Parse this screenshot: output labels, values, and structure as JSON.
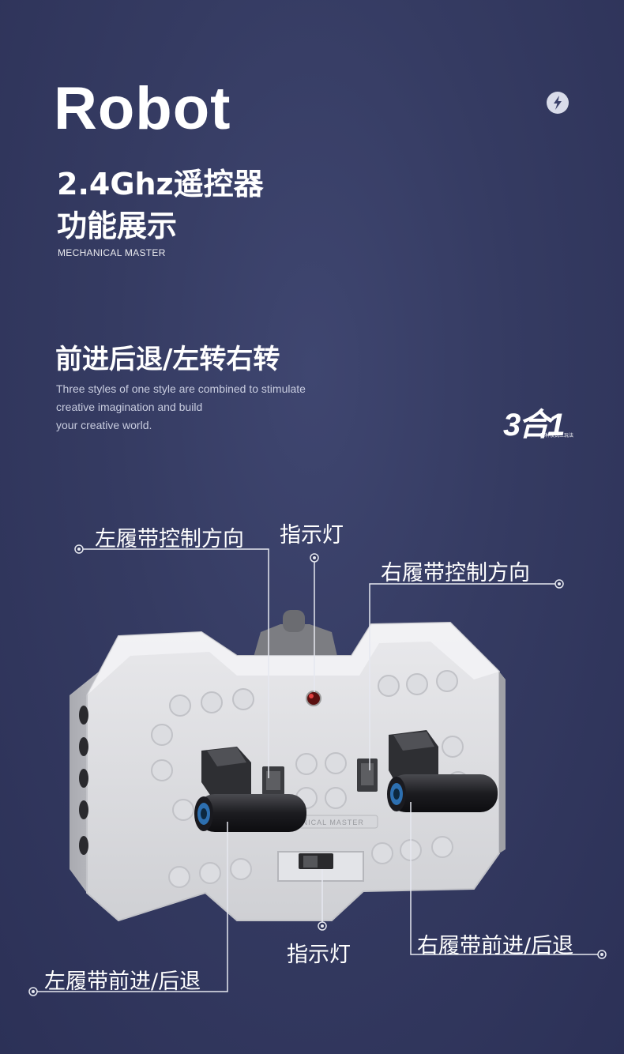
{
  "header": {
    "title": "Robot",
    "subtitle_line1": "2.4Ghz遥控器",
    "subtitle_line2": "功能展示",
    "tagline": "MECHANICAL MASTER"
  },
  "section": {
    "heading": "前进后退/左转右转",
    "description_lines": [
      "Three styles of one style are combined to stimulate",
      "creative imagination and build",
      "your creative world."
    ]
  },
  "badge": {
    "logo_text": "3合1",
    "logo_small": "三种模式三玩法"
  },
  "callouts": {
    "left_track_direction": "左履带控制方向",
    "indicator_top": "指示灯",
    "right_track_direction": "右履带控制方向",
    "indicator_bottom": "指示灯",
    "right_track_forward_back": "右履带前进/后退",
    "left_track_forward_back": "左履带前进/后退"
  },
  "device": {
    "engraving": "MECHANICAL MASTER"
  },
  "icons": [
    "lightning-icon"
  ]
}
